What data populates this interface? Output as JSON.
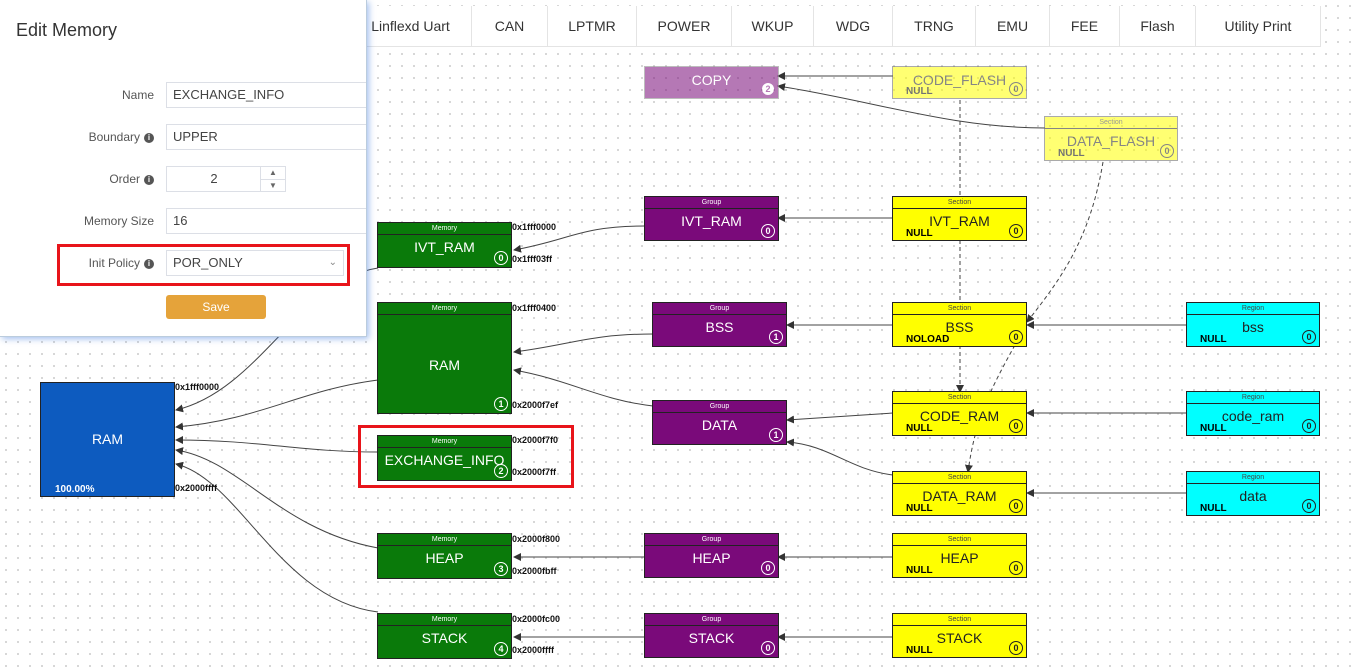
{
  "tabs": [
    "Linflexd Uart",
    "CAN",
    "LPTMR",
    "POWER",
    "WKUP",
    "WDG",
    "TRNG",
    "EMU",
    "FEE",
    "Flash",
    "Utility Print"
  ],
  "panel": {
    "title": "Edit Memory",
    "name_label": "Name",
    "name_value": "EXCHANGE_INFO",
    "boundary_label": "Boundary",
    "boundary_value": "UPPER",
    "order_label": "Order",
    "order_value": "2",
    "size_label": "Memory Size",
    "size_value": "16",
    "init_label": "Init Policy",
    "init_value": "POR_ONLY",
    "save_label": "Save",
    "info_glyph": "i"
  },
  "labels": {
    "memory": "Memory",
    "group": "Group",
    "section": "Section",
    "region": "Region",
    "null": "NULL",
    "noload": "NOLOAD"
  },
  "ram": {
    "name": "RAM",
    "percent": "100.00%",
    "start": "0x1fff0000",
    "end": "0x2000ffff"
  },
  "memories": {
    "ivt_ram": {
      "name": "IVT_RAM",
      "order": "0",
      "start": "0x1fff0000",
      "end": "0x1fff03ff"
    },
    "ram": {
      "name": "RAM",
      "order": "1",
      "start": "0x1fff0400",
      "end": "0x2000f7ef"
    },
    "exchange": {
      "name": "EXCHANGE_INFO",
      "order": "2",
      "start": "0x2000f7f0",
      "end": "0x2000f7ff"
    },
    "heap": {
      "name": "HEAP",
      "order": "3",
      "start": "0x2000f800",
      "end": "0x2000fbff"
    },
    "stack": {
      "name": "STACK",
      "order": "4",
      "start": "0x2000fc00",
      "end": "0x2000ffff"
    }
  },
  "groups": {
    "copy": {
      "name": "COPY",
      "order": "2"
    },
    "ivt_ram": {
      "name": "IVT_RAM",
      "order": "0"
    },
    "bss": {
      "name": "BSS",
      "order": "1"
    },
    "data": {
      "name": "DATA",
      "order": "1"
    },
    "heap": {
      "name": "HEAP",
      "order": "0"
    },
    "stack": {
      "name": "STACK",
      "order": "0"
    }
  },
  "sections": {
    "code_flash": {
      "name": "CODE_FLASH",
      "order": "0"
    },
    "data_flash": {
      "name": "DATA_FLASH",
      "order": "0"
    },
    "ivt_ram": {
      "name": "IVT_RAM",
      "order": "0"
    },
    "bss": {
      "name": "BSS",
      "order": "0"
    },
    "code_ram": {
      "name": "CODE_RAM",
      "order": "0"
    },
    "data_ram": {
      "name": "DATA_RAM",
      "order": "0"
    },
    "heap": {
      "name": "HEAP",
      "order": "0"
    },
    "stack": {
      "name": "STACK",
      "order": "0"
    }
  },
  "regions": {
    "bss": {
      "name": "bss",
      "order": "0"
    },
    "code_ram": {
      "name": "code_ram",
      "order": "0"
    },
    "data": {
      "name": "data",
      "order": "0"
    }
  },
  "colors": {
    "memory": "#0a7a0a",
    "group": "#7a0a7a",
    "section": "#ffff00",
    "region": "#00ffff",
    "ram": "#0d5bbf",
    "save": "#e5a33a",
    "highlight": "#e8141a"
  }
}
